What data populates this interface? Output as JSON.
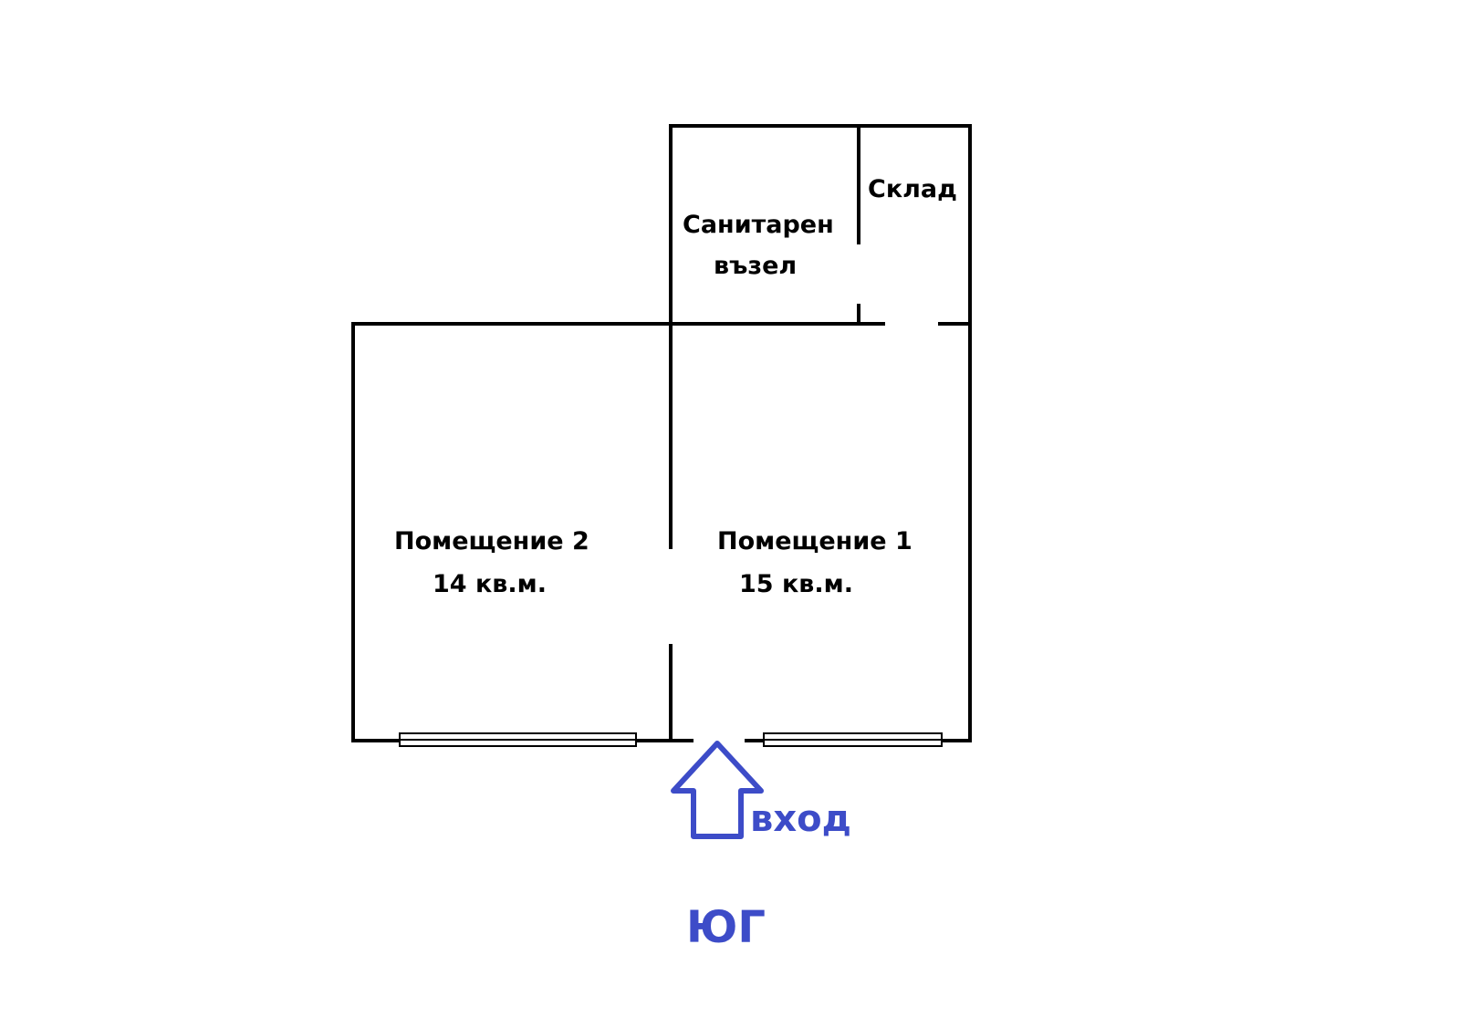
{
  "rooms": {
    "sanitary": {
      "line1": "Санитарен",
      "line2": "възел"
    },
    "storage": {
      "label": "Склад"
    },
    "room2": {
      "name": "Помещение 2",
      "area": "14 кв.м."
    },
    "room1": {
      "name": "Помещение 1",
      "area": "15 кв.м."
    }
  },
  "entrance": {
    "label": "вход",
    "arrow": "up-arrow-icon"
  },
  "orientation": {
    "label": "ЮГ"
  },
  "colors": {
    "walls": "#000000",
    "accent": "#3d4cc8",
    "background": "#ffffff"
  }
}
